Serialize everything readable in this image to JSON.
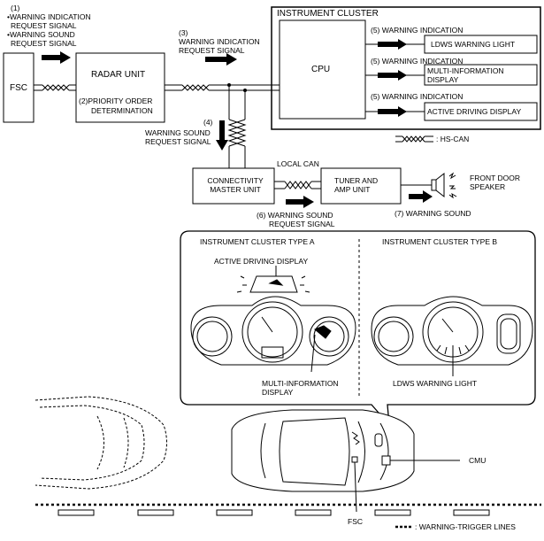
{
  "blocks": {
    "fsc": "FSC",
    "radar_unit": "RADAR UNIT",
    "instrument_cluster": "INSTRUMENT CLUSTER",
    "cpu": "CPU",
    "connectivity_master_unit": "CONNECTIVITY MASTER UNIT",
    "tuner_amp_unit": "TUNER AND AMP UNIT",
    "ldws_warning_light": "LDWS WARNING LIGHT",
    "multi_information_display": "MULTI-INFORMATION DISPLAY",
    "active_driving_display": "ACTIVE DRIVING DISPLAY"
  },
  "steps": {
    "s1_num": "(1)",
    "s1_a": "•WARNING INDICATION",
    "s1_b": "REQUEST SIGNAL",
    "s1_c": "•WARNING SOUND",
    "s1_d": "REQUEST SIGNAL",
    "s2_a": "(2)PRIORITY ORDER",
    "s2_b": "DETERMINATION",
    "s3_num": "(3)",
    "s3_a": "WARNING INDICATION",
    "s3_b": "REQUEST SIGNAL",
    "s4_num": "(4)",
    "s4_a": "WARNING SOUND",
    "s4_b": "REQUEST SIGNAL",
    "s5_a": "(5) WARNING INDICATION",
    "s5_b": "(5) WARNING INDICATION",
    "s5_c": "(5) WARNING INDICATION",
    "s6_a": "(6) WARNING SOUND",
    "s6_b": "REQUEST SIGNAL",
    "s7": "(7) WARNING SOUND"
  },
  "labels": {
    "local_can": "LOCAL CAN",
    "hs_can_legend": ": HS-CAN",
    "front_door_speaker_a": "FRONT DOOR",
    "front_door_speaker_b": "SPEAKER",
    "cluster_type_a": "INSTRUMENT CLUSTER TYPE A",
    "cluster_type_b": "INSTRUMENT CLUSTER TYPE B",
    "active_driving_display_callout": "ACTIVE DRIVING DISPLAY",
    "multi_information_display_a": "MULTI-INFORMATION",
    "multi_information_display_b": "DISPLAY",
    "ldws_warning_light_callout": "LDWS WARNING LIGHT",
    "cmu": "CMU",
    "fsc_vehicle": "FSC",
    "trigger_lines_legend": ": WARNING-TRIGGER LINES"
  },
  "colors": {
    "line": "#000000",
    "background": "#ffffff"
  }
}
